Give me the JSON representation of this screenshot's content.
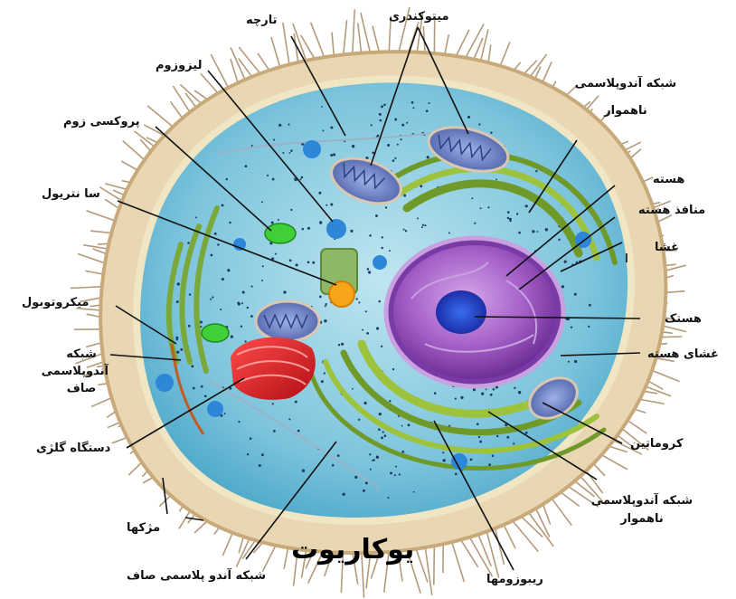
{
  "diagram": {
    "title": "یوکاریوت",
    "labels": {
      "cytoskeleton": "تارچه",
      "mitochondria": "میتوکندری",
      "rough_er_top": "شبکه آندوپلاسمی ناهموار",
      "lysosome": "لیزوزوم",
      "peroxisome": "پروکسی زوم",
      "nucleus": "هسته",
      "nuclear_pores": "منافذ هسته",
      "membrane": "غشا",
      "centriole": "سا نتریول",
      "microtubule": "میکروتوبول",
      "nucleolus": "هستک",
      "nuclear_envelope": "غشای هسته",
      "smooth_er_left": "شبکه آندوپلاسمی صاف",
      "chromatin": "کروماتین",
      "golgi": "دستگاه گلژی",
      "rough_er_bottom": "شبکه آندوپلاسمی ناهموار",
      "cilia": "مژکها",
      "smooth_er_bottom": "شبکه آندو پلاسمی صاف",
      "ribosomes": "ریبوزومها"
    }
  }
}
